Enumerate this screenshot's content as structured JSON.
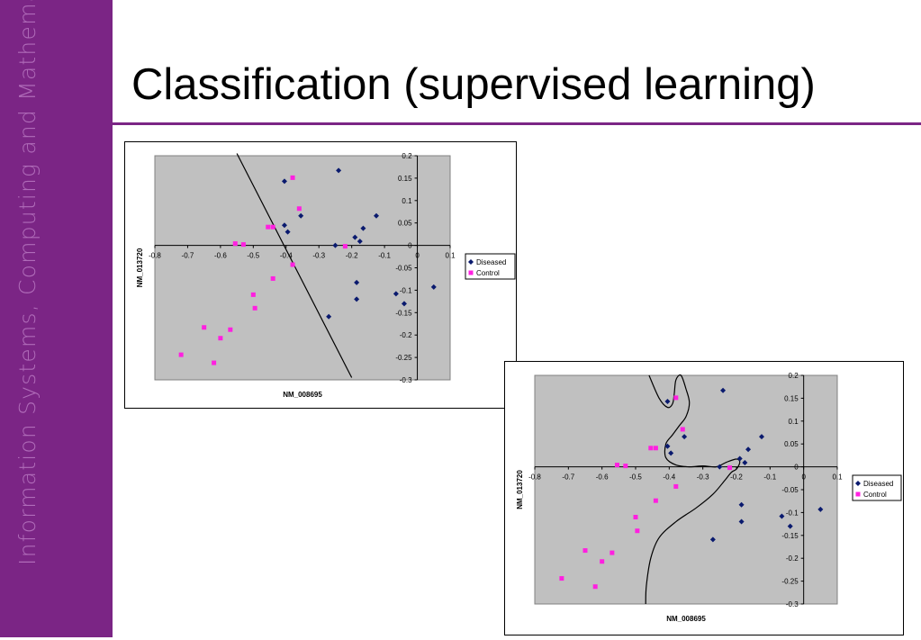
{
  "sidebar": {
    "text": "Information Systems, Computing and Mathematics"
  },
  "slide": {
    "title": "Classification (supervised learning)"
  },
  "colors": {
    "accent": "#7b2585",
    "diseased": "#0a1a6e",
    "control": "#ff20e0",
    "plot_bg": "#c0c0c0"
  },
  "chart_data": [
    {
      "type": "scatter",
      "xlabel": "NM_008695",
      "ylabel": "NM_013720",
      "xlim": [
        -0.8,
        0.1
      ],
      "ylim": [
        -0.3,
        0.2
      ],
      "xticks": [
        "-0.8",
        "-0.7",
        "-0.6",
        "-0.5",
        "-0.4",
        "-0.3",
        "-0.2",
        "-0.1",
        "0",
        "0.1"
      ],
      "yticks": [
        "0.2",
        "0.15",
        "0.1",
        "0.05",
        "0",
        "-0.05",
        "-0.1",
        "-0.15",
        "-0.2",
        "-0.25",
        "-0.3"
      ],
      "grid": false,
      "legend": "right",
      "series": [
        {
          "name": "Diseased",
          "marker": "diamond",
          "points": [
            [
              -0.405,
              0.143
            ],
            [
              -0.24,
              0.167
            ],
            [
              -0.405,
              0.045
            ],
            [
              -0.395,
              0.03
            ],
            [
              -0.355,
              0.066
            ],
            [
              -0.125,
              0.066
            ],
            [
              -0.165,
              0.038
            ],
            [
              -0.19,
              0.018
            ],
            [
              -0.25,
              0.0
            ],
            [
              -0.175,
              0.009
            ],
            [
              -0.185,
              -0.083
            ],
            [
              -0.185,
              -0.12
            ],
            [
              -0.27,
              -0.159
            ],
            [
              -0.065,
              -0.108
            ],
            [
              -0.04,
              -0.13
            ],
            [
              0.05,
              -0.093
            ]
          ]
        },
        {
          "name": "Control",
          "marker": "square",
          "points": [
            [
              -0.38,
              0.151
            ],
            [
              -0.36,
              0.082
            ],
            [
              -0.455,
              0.041
            ],
            [
              -0.44,
              0.041
            ],
            [
              -0.555,
              0.004
            ],
            [
              -0.53,
              0.002
            ],
            [
              -0.22,
              -0.002
            ],
            [
              -0.38,
              -0.043
            ],
            [
              -0.44,
              -0.074
            ],
            [
              -0.5,
              -0.11
            ],
            [
              -0.495,
              -0.14
            ],
            [
              -0.65,
              -0.183
            ],
            [
              -0.57,
              -0.188
            ],
            [
              -0.6,
              -0.207
            ],
            [
              -0.62,
              -0.262
            ],
            [
              -0.72,
              -0.244
            ]
          ]
        }
      ],
      "boundary": {
        "type": "linear",
        "points": [
          [
            -0.55,
            0.205
          ],
          [
            -0.2,
            -0.295
          ]
        ]
      }
    },
    {
      "type": "scatter",
      "xlabel": "NM_008695",
      "ylabel": "NM_013720",
      "xlim": [
        -0.8,
        0.1
      ],
      "ylim": [
        -0.3,
        0.2
      ],
      "xticks": [
        "-0.8",
        "-0.7",
        "-0.6",
        "-0.5",
        "-0.4",
        "-0.3",
        "-0.2",
        "-0.1",
        "0",
        "0.1"
      ],
      "yticks": [
        "0.2",
        "0.15",
        "0.1",
        "0.05",
        "0",
        "-0.05",
        "-0.1",
        "-0.15",
        "-0.2",
        "-0.25",
        "-0.3"
      ],
      "grid": false,
      "legend": "right",
      "series": [
        {
          "name": "Diseased",
          "marker": "diamond",
          "points": [
            [
              -0.405,
              0.143
            ],
            [
              -0.24,
              0.167
            ],
            [
              -0.405,
              0.045
            ],
            [
              -0.395,
              0.03
            ],
            [
              -0.355,
              0.066
            ],
            [
              -0.125,
              0.066
            ],
            [
              -0.165,
              0.038
            ],
            [
              -0.19,
              0.018
            ],
            [
              -0.25,
              0.0
            ],
            [
              -0.175,
              0.009
            ],
            [
              -0.185,
              -0.083
            ],
            [
              -0.185,
              -0.12
            ],
            [
              -0.27,
              -0.159
            ],
            [
              -0.065,
              -0.108
            ],
            [
              -0.04,
              -0.13
            ],
            [
              0.05,
              -0.093
            ]
          ]
        },
        {
          "name": "Control",
          "marker": "square",
          "points": [
            [
              -0.38,
              0.151
            ],
            [
              -0.36,
              0.082
            ],
            [
              -0.455,
              0.041
            ],
            [
              -0.44,
              0.041
            ],
            [
              -0.555,
              0.004
            ],
            [
              -0.53,
              0.002
            ],
            [
              -0.22,
              -0.002
            ],
            [
              -0.38,
              -0.043
            ],
            [
              -0.44,
              -0.074
            ],
            [
              -0.5,
              -0.11
            ],
            [
              -0.495,
              -0.14
            ],
            [
              -0.65,
              -0.183
            ],
            [
              -0.57,
              -0.188
            ],
            [
              -0.6,
              -0.207
            ],
            [
              -0.62,
              -0.262
            ],
            [
              -0.72,
              -0.244
            ]
          ]
        }
      ],
      "boundary": {
        "type": "nonlinear",
        "points": [
          [
            -0.47,
            -0.3
          ],
          [
            -0.468,
            -0.26
          ],
          [
            -0.455,
            -0.2
          ],
          [
            -0.43,
            -0.155
          ],
          [
            -0.38,
            -0.12
          ],
          [
            -0.32,
            -0.09
          ],
          [
            -0.27,
            -0.06
          ],
          [
            -0.235,
            -0.03
          ],
          [
            -0.215,
            -0.012
          ],
          [
            -0.2,
            -0.005
          ],
          [
            -0.19,
            0.01
          ],
          [
            -0.2,
            0.017
          ],
          [
            -0.23,
            0.01
          ],
          [
            -0.26,
            0.0
          ],
          [
            -0.3,
            0.002
          ],
          [
            -0.34,
            0.0
          ],
          [
            -0.38,
            0.004
          ],
          [
            -0.41,
            0.02
          ],
          [
            -0.41,
            0.05
          ],
          [
            -0.39,
            0.07
          ],
          [
            -0.37,
            0.09
          ],
          [
            -0.35,
            0.11
          ],
          [
            -0.34,
            0.14
          ],
          [
            -0.35,
            0.17
          ],
          [
            -0.365,
            0.2
          ],
          [
            -0.38,
            0.19
          ],
          [
            -0.385,
            0.16
          ],
          [
            -0.39,
            0.138
          ],
          [
            -0.405,
            0.13
          ],
          [
            -0.43,
            0.15
          ],
          [
            -0.46,
            0.2
          ]
        ]
      }
    }
  ]
}
